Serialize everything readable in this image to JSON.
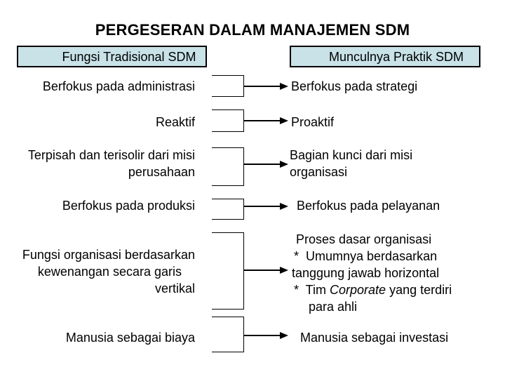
{
  "slide": {
    "title": "PERGESERAN DALAM MANAJEMEN SDM",
    "columns": {
      "left_header": "Fungsi Tradisional SDM",
      "right_header": "Munculnya Praktik SDM"
    },
    "rows": [
      {
        "left": "Berfokus pada administrasi",
        "right": "Berfokus pada strategi"
      },
      {
        "left": "Reaktif",
        "right": "Proaktif"
      },
      {
        "left_lines": [
          "Terpisah dan terisolir dari misi",
          "perusahaan"
        ],
        "right_lines": [
          "Bagian kunci dari misi",
          "organisasi"
        ]
      },
      {
        "left": "Berfokus pada produksi",
        "right": "Berfokus pada pelayanan"
      },
      {
        "left_lines": [
          "Fungsi organisasi berdasarkan",
          "kewenangan secara garis",
          "vertikal"
        ],
        "right_lines": [
          "Proses dasar organisasi",
          "*  Umumnya berdasarkan",
          "tanggung jawab horizontal",
          {
            "prefix": "*  Tim ",
            "italic": "Corporate",
            "suffix": " yang terdiri"
          },
          "para ahli"
        ]
      },
      {
        "left": "Manusia sebagai biaya",
        "right": "Manusia sebagai investasi"
      }
    ],
    "colors": {
      "header_fill": "#c8e2e8",
      "line_color": "#000000"
    }
  }
}
